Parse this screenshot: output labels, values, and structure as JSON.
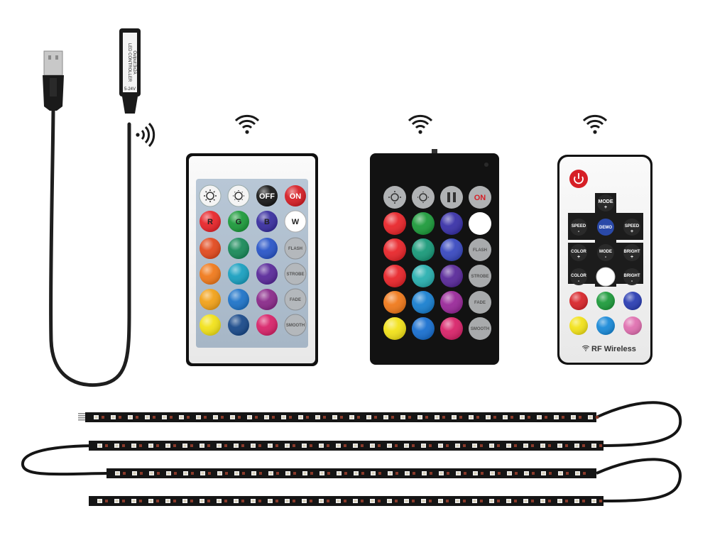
{
  "controller": {
    "line1": "LED CONTROLLER",
    "line2": "Output:3x2A",
    "rating": "5-24V"
  },
  "remote_ir24": {
    "off_label": "OFF",
    "on_label": "ON",
    "r_label": "R",
    "g_label": "G",
    "b_label": "B",
    "w_label": "W",
    "flash_label": "FLASH",
    "strobe_label": "STROBE",
    "fade_label": "FADE",
    "smooth_label": "SMOOTH",
    "colors": [
      "#e8262b",
      "#1e9b3c",
      "#2c3fb3",
      "#e24a1f",
      "#1a8a5a",
      "#2a56c8",
      "#f07a1c",
      "#1aa0c0",
      "#5a2a9a",
      "#f2a21a",
      "#1f74c8",
      "#8a2a8a",
      "#f2e21a",
      "#1a4a8a",
      "#d8246a"
    ]
  },
  "remote_ir28": {
    "on_label": "ON",
    "flash_label": "FLASH",
    "strobe_label": "STROBE",
    "fade_label": "FADE",
    "smooth_label": "SMOOTH",
    "colors": [
      "#e8262b",
      "#1e9b3c",
      "#3a32a8",
      "#e8262b",
      "#1a9a7a",
      "#3a4ac0",
      "#e8262b",
      "#2ab0b0",
      "#5a2a9a",
      "#f07a1c",
      "#1a80d0",
      "#9a2a9a",
      "#f2e21a",
      "#1a70d0",
      "#d8246a"
    ]
  },
  "remote_rf": {
    "mode_label": "MODE",
    "demo_label": "DEMO",
    "speed_label": "SPEED",
    "color_label": "COLOR",
    "bright_label": "BRIGHT",
    "brand": "RF Wireless",
    "colors": [
      "#d8262b",
      "#1e9b3c",
      "#2c3fb3",
      "#f2e21a",
      "#1a8ad8",
      "#e070b0"
    ]
  },
  "icons": {
    "wireless": "wifi-signal-icon",
    "sun": "sun-icon",
    "power": "power-icon"
  }
}
